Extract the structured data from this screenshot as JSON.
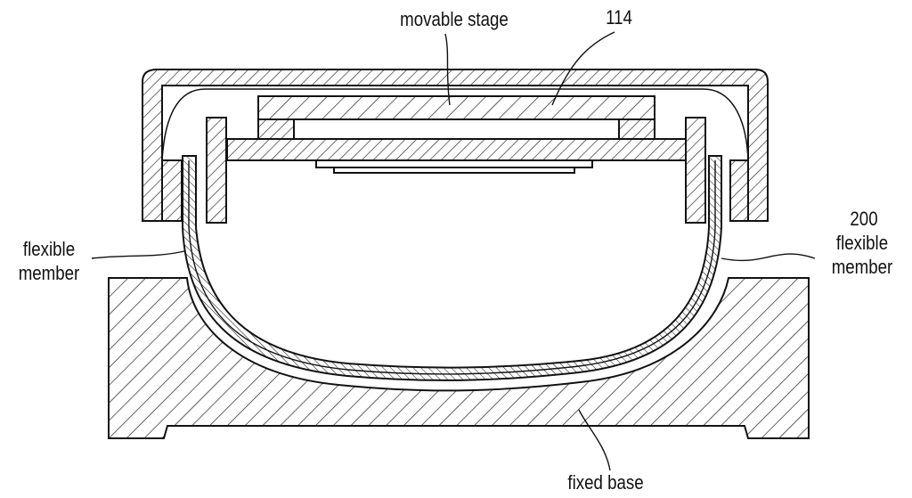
{
  "labels": {
    "movable_stage": "movable stage",
    "ref_114": "114",
    "flexible_member_left": "flexible\nmember",
    "ref_200": "200",
    "flexible_member_right": "flexible\nmember",
    "fixed_base": "fixed base"
  },
  "colors": {
    "line": "#111111",
    "background": "#ffffff"
  }
}
